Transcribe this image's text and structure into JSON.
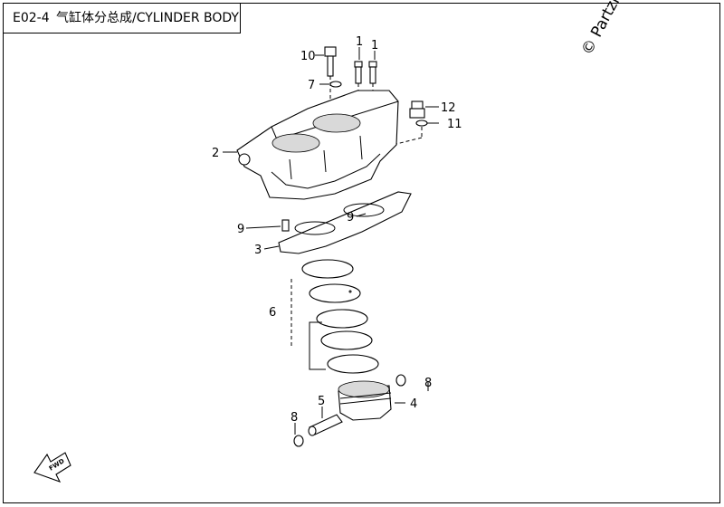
{
  "title": {
    "code": "E02-4",
    "name": "气缸体分总成/CYLINDER BODY"
  },
  "watermark": "© Partzilla.com",
  "fwd_label": "FWD",
  "callouts": {
    "c10": "10",
    "c1a": "1",
    "c1b": "1",
    "c7": "7",
    "c12": "12",
    "c11": "11",
    "c2": "2",
    "c9a": "9",
    "c9b": "9",
    "c3": "3",
    "c6": "6",
    "c8a": "8",
    "c8b": "8",
    "c5": "5",
    "c4": "4"
  }
}
